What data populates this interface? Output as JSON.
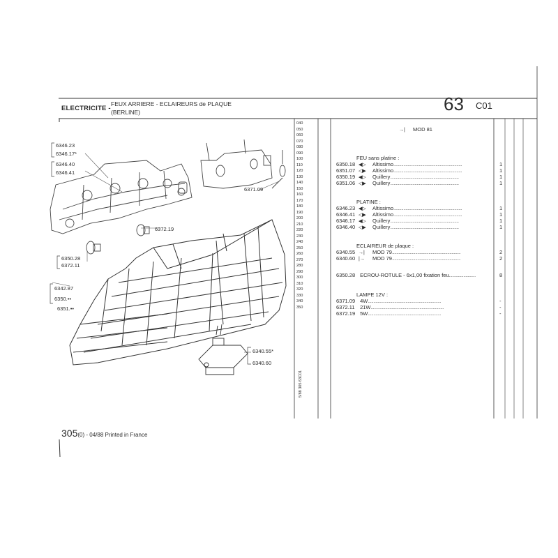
{
  "header": {
    "section": "ELECTRICITE -",
    "title": "FEUX ARRIERE - ECLAIREURS de PLAQUE",
    "subtitle": "(BERLINE)",
    "page_number": "63",
    "page_code": "C01"
  },
  "footer": {
    "number": "305",
    "text": "(0) - 04/88 Printed in France"
  },
  "side_code": "5/88 305 63C01",
  "index_column": [
    "040",
    "050",
    "060",
    "070",
    "080",
    "090",
    "100",
    "110",
    "120",
    "130",
    "140",
    "150",
    "160",
    "170",
    "180",
    "190",
    "200",
    "210",
    "220",
    "230",
    "240",
    "250",
    "260",
    "270",
    "280",
    "290",
    "300",
    "310",
    "320",
    "330",
    "340",
    "350"
  ],
  "diagram_callouts": {
    "group1": [
      "6346.23",
      "6346.17*"
    ],
    "group2": [
      "6346.40",
      "6346.41"
    ],
    "ref_6371": "6371.09",
    "ref_6372_19": "6372.19",
    "group3": [
      "6350.28",
      "6372.11"
    ],
    "group4": [
      "6342.87",
      "6350.••",
      "6351.••"
    ],
    "group5": [
      "6340.55*",
      "6340.60"
    ]
  },
  "parts": {
    "top_note": "MOD 81",
    "section_feu": {
      "heading": "FEU sans platine :",
      "rows": [
        {
          "ref": "6350.18",
          "arrow": "◀▷",
          "desc": "Altissimo",
          "qty": "1"
        },
        {
          "ref": "6351.07",
          "arrow": "◁▶",
          "desc": "Altissimo",
          "qty": "1"
        },
        {
          "ref": "6350.19",
          "arrow": "◀▷",
          "desc": "Quillery",
          "qty": "1"
        },
        {
          "ref": "6351.06",
          "arrow": "◁▶",
          "desc": "Quillery",
          "qty": "1"
        }
      ]
    },
    "section_platine": {
      "heading": "PLATINE :",
      "rows": [
        {
          "ref": "6346.23",
          "arrow": "◀▷",
          "desc": "Altissimo",
          "qty": "1"
        },
        {
          "ref": "6346.41",
          "arrow": "◁▶",
          "desc": "Altissimo",
          "qty": "1"
        },
        {
          "ref": "6346.17",
          "arrow": "◀▷",
          "desc": "Quillery",
          "qty": "1"
        },
        {
          "ref": "6346.40",
          "arrow": "◁▶",
          "desc": "Quillery",
          "qty": "1"
        }
      ]
    },
    "section_eclaireur": {
      "heading": "ECLAIREUR de plaque :",
      "rows": [
        {
          "ref": "6340.55",
          "arrow": "→|",
          "desc": "MOD 79",
          "qty": "2"
        },
        {
          "ref": "6340.60",
          "arrow": "|→",
          "desc": "MOD 79",
          "qty": "2"
        }
      ]
    },
    "ecrou": {
      "ref": "6350.28",
      "desc": "ECROU-ROTULE - 6x1,00 fixation feu",
      "qty": "8"
    },
    "section_lampe": {
      "heading": "LAMPE 12V :",
      "rows": [
        {
          "ref": "6371.09",
          "desc": "4W",
          "qty": "-"
        },
        {
          "ref": "6372.11",
          "desc": "21W",
          "qty": "-"
        },
        {
          "ref": "6372.19",
          "desc": "5W",
          "qty": "-"
        }
      ]
    }
  }
}
